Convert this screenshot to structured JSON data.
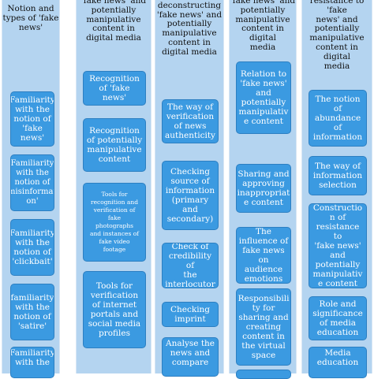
{
  "columns": [
    {
      "header": "Notion and\ntypes of 'fake\nnews'",
      "boxes": [
        "Familiarity\nwith the\nnotion of\n'fake news'",
        "Familiarity\nwith the\nnotion of\n'misinformati\non'",
        "Familiarity\nwith the\nnotion of\n'clickbait'",
        "familiarity\nwith the\nnotion of\n'satire'",
        "Familiarity\nwith the"
      ]
    },
    {
      "header": "'fake news' and\npotentially\nmanipulative\ncontent in\ndigital media",
      "boxes": [
        "Recognition\nof 'fake\nnews'",
        "Recognition\nof potentially\nmanipulative\ncontent",
        "Tools for\nrecognition and\nverification of\nfake\nphotographs\nand instances of\nfake video\nfootage",
        "Tools for\nverification\nof internet\nportals and\nsocial media\nprofiles"
      ]
    },
    {
      "header": "verifying, and\ndeconstructing\n'fake news' and\npotentially\nmanipulative\ncontent in\ndigital media",
      "boxes": [
        "The way of\nverification\nof news\nauthenticity",
        "Checking\nsource of\ninformation\n(primary\nand\nsecondary)",
        "Check of\ncredibility of\nthe\ninterlocutor",
        "Checking\nimprint",
        "Analyse the\nnews and\ncompare"
      ]
    },
    {
      "header": "'fake news' and\npotentially\nmanipulative\ncontent in digital\nmedia",
      "boxes": [
        "Relation to\n'fake news'\nand\npotentially\nmanipulativ\ne content",
        "Sharing and\napproving\ninappropriat\ne content",
        "The\ninfluence of\nfake news\non audience\nemotions",
        "Responsibili\nty for\nsharing and\ncreating\ncontent in\nthe virtual\nspace",
        ""
      ]
    },
    {
      "header": "resistance to 'fake\nnews' and\npotentially\nmanipulative\ncontent in digital\nmedia",
      "boxes": [
        "The notion\nof\nabundance\nof\ninformation",
        "The way of\ninformation\nselection",
        "Constructio\nn of\nresistance to\n'fake news'\nand\npotentially\nmanipulativ\ne content",
        "Role and\nsignificance\nof media\neducation",
        "Media\neducation"
      ]
    }
  ]
}
